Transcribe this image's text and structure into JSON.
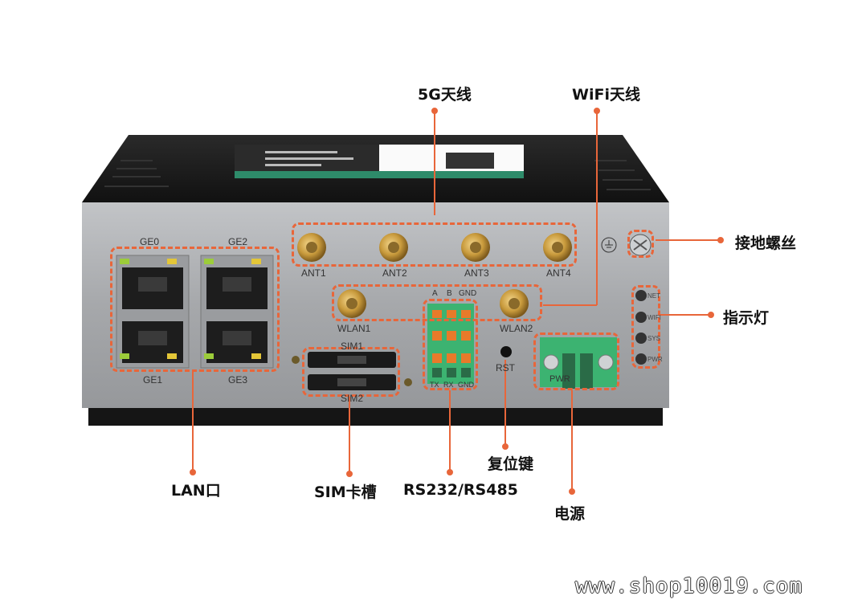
{
  "callouts": {
    "antenna_5g": "5G天线",
    "antenna_wifi": "WiFi天线",
    "ground_screw": "接地螺丝",
    "indicator": "指示灯",
    "lan": "LAN口",
    "sim_slot": "SIM卡槽",
    "serial": "RS232/RS485",
    "reset_key": "复位键",
    "power": "电源"
  },
  "ports": {
    "ge0": "GE0",
    "ge1": "GE1",
    "ge2": "GE2",
    "ge3": "GE3",
    "ant1": "ANT1",
    "ant2": "ANT2",
    "ant3": "ANT3",
    "ant4": "ANT4",
    "wlan1": "WLAN1",
    "wlan2": "WLAN2",
    "sim1": "SIM1",
    "sim2": "SIM2",
    "rst": "RST",
    "pwr": "PWR",
    "term_a": "A",
    "term_b": "B",
    "term_gnd": "GND",
    "term_tx": "TX",
    "term_rx": "RX",
    "term_gnd2": "GND"
  },
  "leds": [
    "NET",
    "WIFI",
    "SYS",
    "PWR"
  ],
  "watermark": "www.shop10019.com",
  "colors": {
    "accent": "#e8663a",
    "panel": "#a9abae",
    "body": "#1b1b1b",
    "terminal": "#3cb371"
  }
}
